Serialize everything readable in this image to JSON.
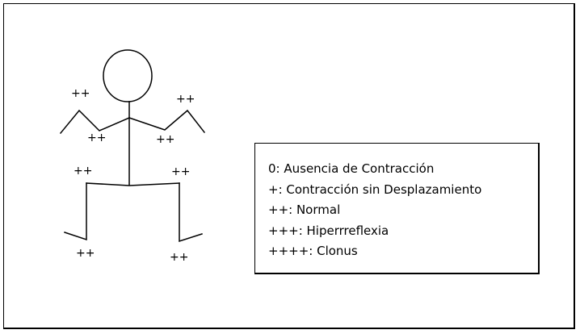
{
  "reflexes": {
    "left_arm_upper": "++",
    "right_arm_upper": "++",
    "left_arm_lower": "++",
    "right_arm_lower": "++",
    "left_knee": "++",
    "right_knee": "++",
    "left_ankle": "++",
    "right_ankle": "++"
  },
  "legend": {
    "items": [
      "0: Ausencia de Contracción",
      "+: Contracción sin Desplazamiento",
      "++: Normal",
      "+++: Hiperrreflexia",
      "++++: Clonus"
    ]
  }
}
